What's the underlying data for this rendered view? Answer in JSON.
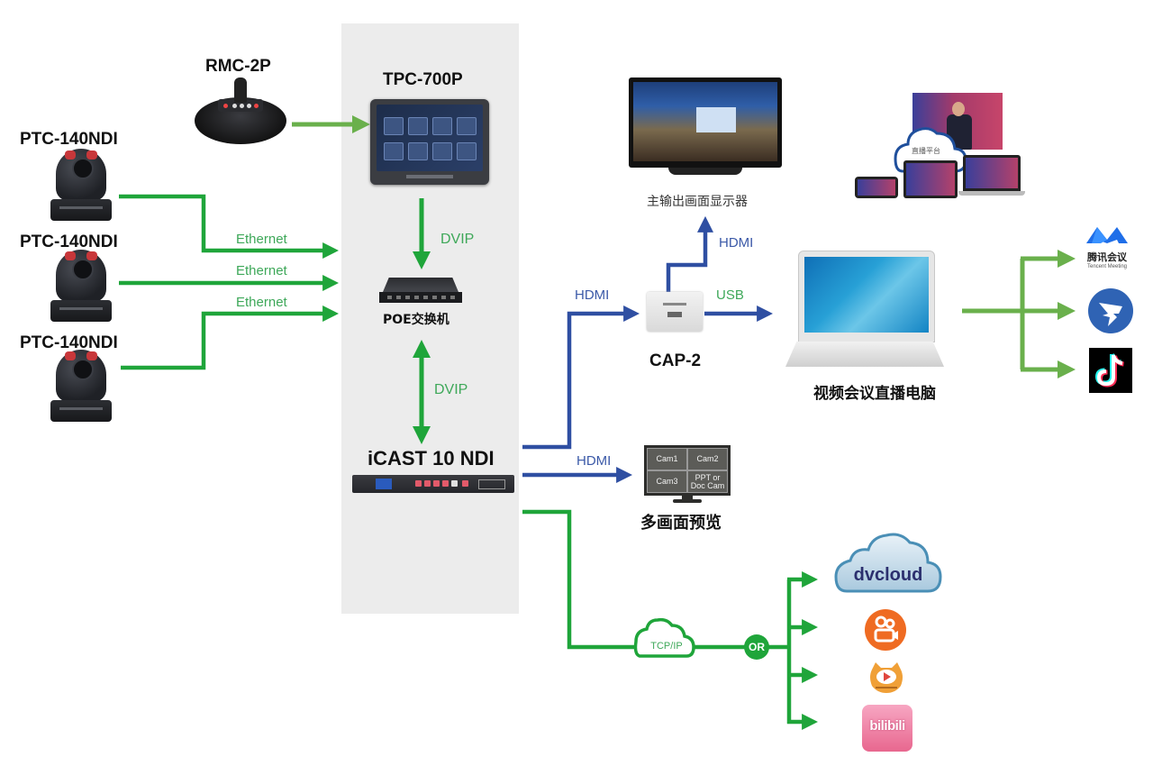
{
  "diagram": {
    "type": "system-connection-diagram",
    "devices": {
      "rmc": {
        "label": "RMC-2P"
      },
      "tpc": {
        "label": "TPC-700P"
      },
      "cameras": [
        {
          "label": "PTC-140NDI"
        },
        {
          "label": "PTC-140NDI"
        },
        {
          "label": "PTC-140NDI"
        }
      ],
      "switch": {
        "label": "POE交换机"
      },
      "icast": {
        "label": "iCAST 10 NDI"
      },
      "main_monitor": {
        "label": "主输出画面显示器"
      },
      "cap2": {
        "label": "CAP-2"
      },
      "laptop": {
        "label": "视频会议直播电脑"
      },
      "multiview": {
        "label": "多画面预览",
        "cells": [
          "Cam1",
          "Cam2",
          "Cam3",
          "PPT or Doc Cam"
        ]
      },
      "live_platform": {
        "cloud_label": "直播平台"
      }
    },
    "connections": {
      "camera_links": [
        "Ethernet",
        "Ethernet",
        "Ethernet"
      ],
      "tpc_to_switch": "DVIP",
      "switch_to_icast": "DVIP",
      "icast_to_cap2": "HDMI",
      "cap2_to_monitor": "HDMI",
      "cap2_to_laptop": "USB",
      "icast_to_multiview": "HDMI",
      "network": "TCP/IP",
      "or": "OR"
    },
    "conference_apps": {
      "tencent_meeting_cn": "腾讯会议",
      "tencent_meeting_en": "Tencent Meeting",
      "dingtalk": "dingtalk-icon",
      "douyin": "douyin-icon"
    },
    "stream_platforms": {
      "dvcloud": "dvcloud",
      "kuaishou": "kuaishou-icon",
      "huya": "huya-icon",
      "bilibili": "bilibili"
    },
    "colors": {
      "green_line": "#1fa53a",
      "light_green_line": "#6ab04c",
      "blue_line": "#2f4fa2",
      "panel_bg": "#ececec"
    }
  }
}
